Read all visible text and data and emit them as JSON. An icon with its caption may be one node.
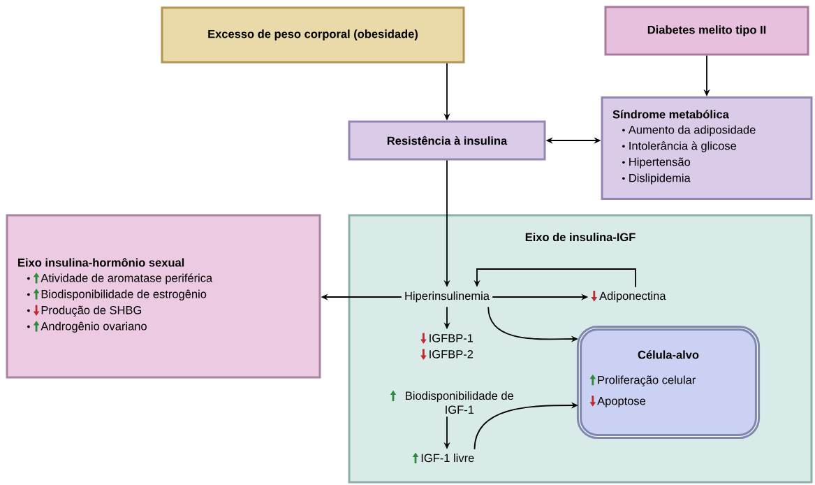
{
  "diagram": {
    "nodes": [
      {
        "text": [
          "Excesso de peso corporal (obesidade)"
        ]
      },
      {
        "text": [
          "Diabetes melito tipo II"
        ]
      },
      {
        "text": [
          "Síndrome metabólica",
          "Aumento da adiposidade",
          "Intolerância à glicose",
          "Hipertensão",
          "Dislipidemia"
        ]
      },
      {
        "text": [
          "Resistência à insulina"
        ]
      },
      {
        "text": [
          "Eixo insulina-hormônio sexual",
          "Atividade de aromatase periférica",
          "Biodisponibilidade de estrogênio",
          "Produção de SHBG",
          "Androgênio ovariano"
        ]
      },
      {
        "text": [
          "Eixo de insulina-IGF"
        ]
      },
      {
        "text": [
          "Hiperinsulinemia"
        ],
        "in": 5
      },
      {
        "text": [
          "Adiponectina"
        ],
        "in": 5
      },
      {
        "text": [
          "IGFBP-1",
          "IGFBP-2"
        ],
        "in": 5
      },
      {
        "text": [
          "Biodisponibilidade de IGF-1"
        ],
        "in": 5
      },
      {
        "text": [
          "IGF-1 livre"
        ],
        "in": 5
      },
      {
        "text": [
          "Célula-alvo",
          "Proliferação celular",
          "Apoptose"
        ],
        "in": 5
      }
    ],
    "edges": [
      {
        "from": 0,
        "to": 3,
        "arrow": "to"
      },
      {
        "from": 1,
        "to": 2,
        "arrow": "to"
      },
      {
        "from": 3,
        "to": 2,
        "arrow": "both"
      },
      {
        "from": 3,
        "to": 6,
        "arrow": "to"
      },
      {
        "from": 6,
        "to": 4,
        "arrow": "to"
      },
      {
        "from": 6,
        "to": 7,
        "arrow": "to"
      },
      {
        "from": 7,
        "to": 6,
        "arrow": "to"
      },
      {
        "from": 6,
        "to": 11,
        "arrow": "to"
      },
      {
        "from": 6,
        "to": 8,
        "arrow": "to"
      },
      {
        "from": 9,
        "to": 10,
        "arrow": "to"
      },
      {
        "from": 10,
        "to": 11,
        "arrow": "to"
      }
    ]
  }
}
